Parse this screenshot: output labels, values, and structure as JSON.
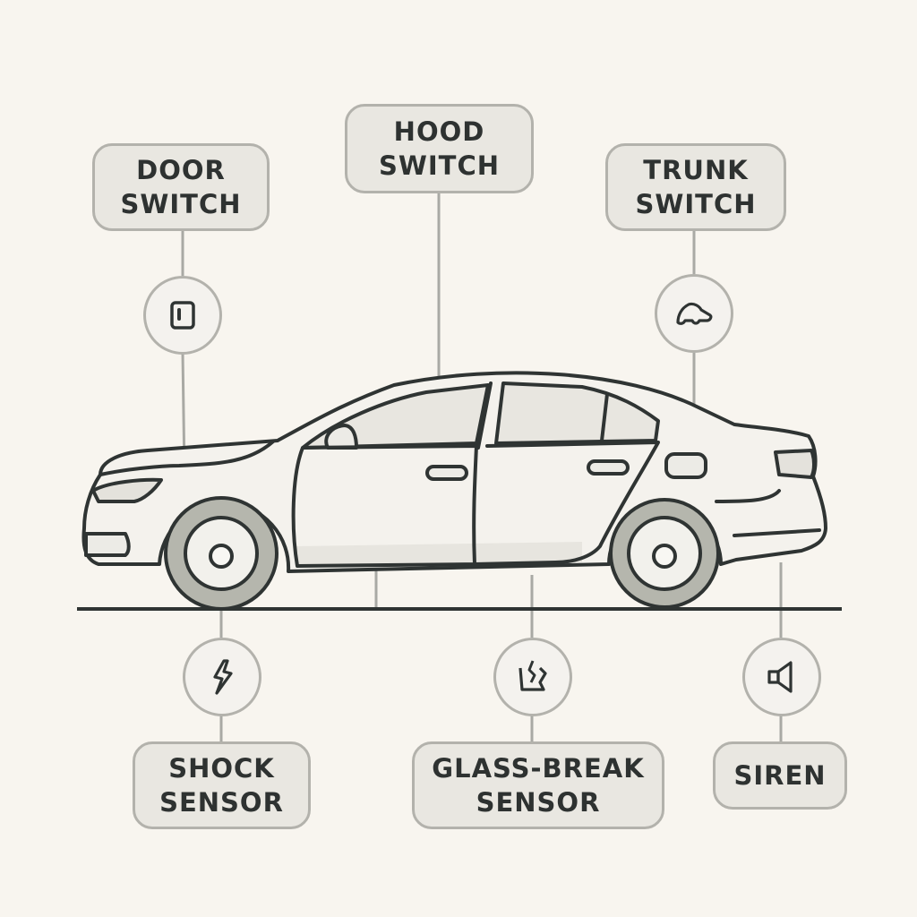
{
  "labels": {
    "door": "DOOR\nSWITCH",
    "hood": "HOOD\nSWITCH",
    "trunk": "TRUNK\nSWITCH",
    "shock": "SHOCK\nSENSOR",
    "glass": "GLASS-BREAK\nSENSOR",
    "siren": "SIREN"
  },
  "icons": {
    "door": "door-switch-icon",
    "trunk": "trunk-icon",
    "shock": "lightning-icon",
    "glass": "broken-glass-icon",
    "siren": "speaker-icon"
  },
  "colors": {
    "background": "#f8f5ef",
    "outline": "#2f3433",
    "label_fill": "#e9e7e1",
    "label_border": "#b3b2ac",
    "leader": "#a9a9a4",
    "tire": "#b5b6ad"
  }
}
